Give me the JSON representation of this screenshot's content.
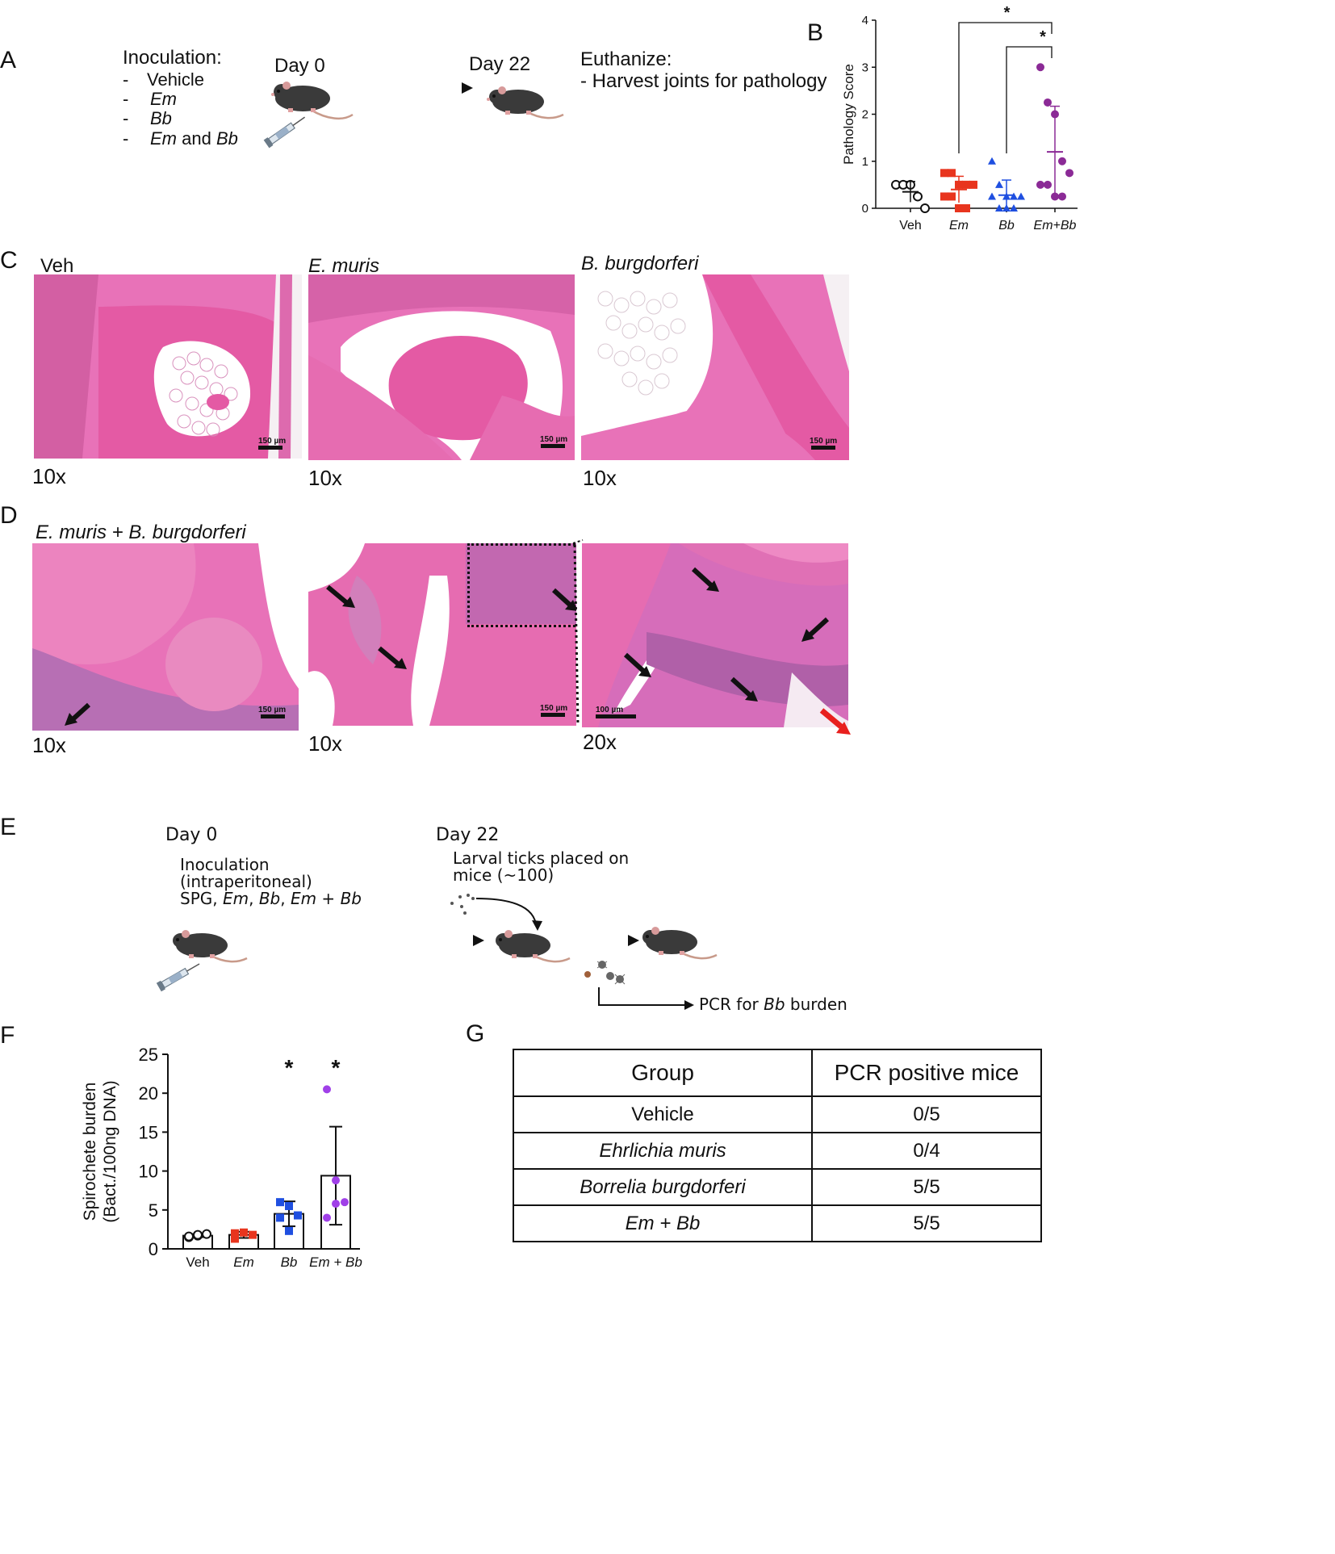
{
  "panels": {
    "A": {
      "label": "A",
      "inoc_title": "Inoculation:",
      "inoc_items": [
        {
          "dash": "-",
          "text": "Vehicle"
        },
        {
          "dash": "-",
          "text": "Em"
        },
        {
          "dash": "-",
          "text": "Bb"
        },
        {
          "dash": "-",
          "text_em": "Em",
          "text_and": " and ",
          "text_bb": "Bb"
        }
      ],
      "day0": "Day 0",
      "day22": "Day 22",
      "euth_title": "Euthanize:",
      "euth_item": "- Harvest joints for pathology"
    },
    "B": {
      "label": "B"
    },
    "C": {
      "label": "C",
      "titles": [
        "Veh",
        "E. muris",
        "B. burgdorferi"
      ],
      "mags": [
        "10x",
        "10x",
        "10x"
      ],
      "scale": "150 µm"
    },
    "D": {
      "label": "D",
      "title": "E. muris + B. burgdorferi",
      "mags": [
        "10x",
        "10x",
        "20x"
      ],
      "scale150": "150 µm",
      "scale100": "100 µm"
    },
    "E": {
      "label": "E",
      "day0": "Day 0",
      "inoc": "Inoculation",
      "route": "(intraperitoneal)",
      "groups_prefix": "SPG, ",
      "groups_em": "Em",
      "groups_sep1": ", ",
      "groups_bb": "Bb",
      "groups_sep2": ", ",
      "groups_em2": "Em",
      "groups_plus": " + ",
      "groups_bb2": "Bb",
      "day22": "Day 22",
      "ticks1": "Larval ticks placed on",
      "ticks2": "mice (~100)",
      "pcr_prefix": "PCR for ",
      "pcr_bb": "Bb",
      "pcr_suffix": " burden"
    },
    "F": {
      "label": "F"
    },
    "G": {
      "label": "G",
      "headers": [
        "Group",
        "PCR positive mice"
      ],
      "rows": [
        {
          "group": "Vehicle",
          "italic": false,
          "value": "0/5"
        },
        {
          "group": "Ehrlichia muris",
          "italic": true,
          "value": "0/4"
        },
        {
          "group": "Borrelia burgdorferi",
          "italic": true,
          "value": "5/5"
        },
        {
          "group": "Em + Bb",
          "italic": true,
          "value": "5/5"
        }
      ]
    }
  },
  "chart_data": [
    {
      "panel": "B",
      "type": "scatter",
      "ylabel": "Pathology Score",
      "ylim": [
        0,
        4
      ],
      "yticks": [
        "0",
        "1",
        "2",
        "3",
        "4"
      ],
      "categories": [
        "Veh",
        "Em",
        "Bb",
        "Em+Bb"
      ],
      "italic_categories": [
        false,
        true,
        true,
        true
      ],
      "colors": [
        "#111111",
        "#e8351e",
        "#1f4fe0",
        "#8b2a96"
      ],
      "markers": [
        "circle-open",
        "square",
        "triangle",
        "circle"
      ],
      "series": [
        {
          "values": [
            0.5,
            0.5,
            0.5,
            0.25,
            0.0
          ]
        },
        {
          "values": [
            0.75,
            0.75,
            0.5,
            0.5,
            0.5,
            0.25,
            0.25,
            0.0,
            0.0
          ]
        },
        {
          "values": [
            1.0,
            0.5,
            0.25,
            0.25,
            0.25,
            0.25,
            0.0,
            0.0,
            0.0
          ]
        },
        {
          "values": [
            3.0,
            2.25,
            2.0,
            1.0,
            0.75,
            0.5,
            0.5,
            0.25,
            0.25
          ]
        }
      ],
      "means": [
        0.35,
        0.4,
        0.28,
        1.2
      ],
      "sds": [
        0.22,
        0.28,
        0.32,
        0.97
      ],
      "significance": [
        {
          "from": "Em",
          "to": "Em+Bb",
          "label": "*"
        },
        {
          "from": "Bb",
          "to": "Em+Bb",
          "label": "*"
        }
      ]
    },
    {
      "panel": "F",
      "type": "bar",
      "ylabel_line1": "Spirochete burden",
      "ylabel_line2": "(Bact./100ng DNA)",
      "ylim": [
        0,
        25
      ],
      "yticks": [
        "0",
        "5",
        "10",
        "15",
        "20",
        "25"
      ],
      "categories": [
        "Veh",
        "Em",
        "Bb",
        "Em + Bb"
      ],
      "italic_categories": [
        false,
        true,
        true,
        true
      ],
      "colors": [
        "#111111",
        "#e8351e",
        "#1f4fe0",
        "#a040e8"
      ],
      "markers": [
        "circle-open",
        "square",
        "square",
        "circle"
      ],
      "means": [
        1.7,
        1.8,
        4.5,
        9.4
      ],
      "sds": [
        0.2,
        0.4,
        1.6,
        6.3
      ],
      "points": [
        [
          1.5,
          1.7,
          1.9,
          1.6,
          1.8
        ],
        [
          1.3,
          2.1,
          1.8,
          2.0
        ],
        [
          6.0,
          5.5,
          4.3,
          4.0,
          2.3
        ],
        [
          20.5,
          8.8,
          6.0,
          4.0,
          5.8
        ]
      ],
      "significance": [
        "",
        "",
        "*",
        "*"
      ]
    }
  ]
}
